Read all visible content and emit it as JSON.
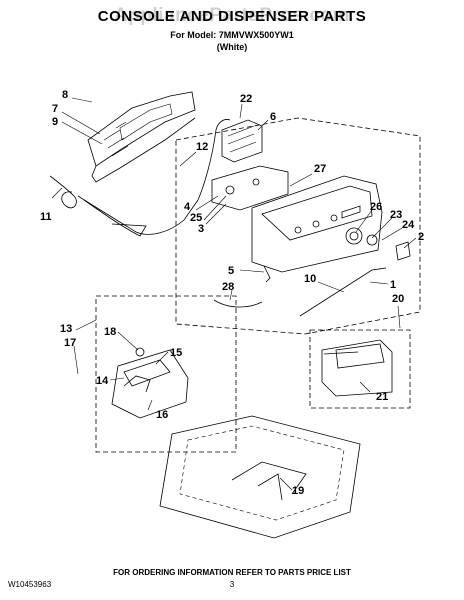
{
  "header": {
    "watermark": "AppliancePartsPros.com",
    "title": "CONSOLE AND DISPENSER PARTS",
    "model_line": "For Model: 7MMVWX500YW1",
    "color_line": "(White)"
  },
  "footer": {
    "doc_number": "W10453963",
    "note": "FOR ORDERING INFORMATION REFER TO PARTS PRICE LIST",
    "page_number": "3"
  },
  "callouts": [
    "22",
    "6",
    "8",
    "7",
    "9",
    "12",
    "27",
    "4",
    "25",
    "3",
    "26",
    "23",
    "24",
    "2",
    "5",
    "1",
    "10",
    "28",
    "20",
    "11",
    "13",
    "18",
    "15",
    "17",
    "14",
    "16",
    "21",
    "19"
  ]
}
